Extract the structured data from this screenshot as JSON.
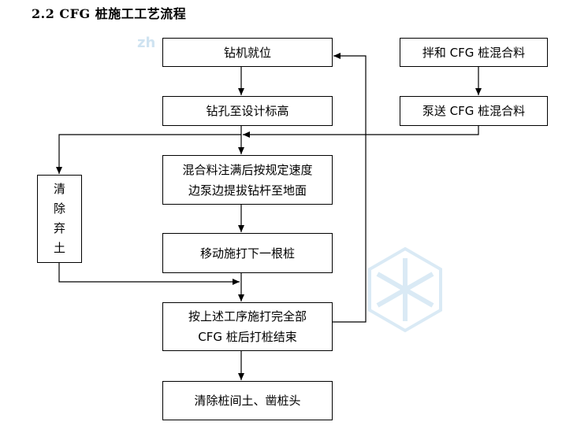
{
  "title": "2.2 CFG 桩施工工艺流程",
  "watermark": "zh",
  "nodes": {
    "drill_position": "钻机就位",
    "drill_to_elevation": "钻孔至设计标高",
    "pour_line1": "混合料注满后按规定速度",
    "pour_line2": "边泵边提拔钻杆至地面",
    "move_next": "移动施打下一根桩",
    "finish_line1": "按上述工序施打完全部",
    "finish_line2": "CFG 桩后打桩结束",
    "clean_heads": "清除桩间土、凿桩头",
    "mix": "拌和 CFG 桩混合料",
    "pump": "泵送 CFG 桩混合料",
    "clear_soil": [
      "清",
      "除",
      "弃",
      "土"
    ]
  },
  "colors": {
    "line": "#000000",
    "watermark": "#cfe3f1"
  }
}
